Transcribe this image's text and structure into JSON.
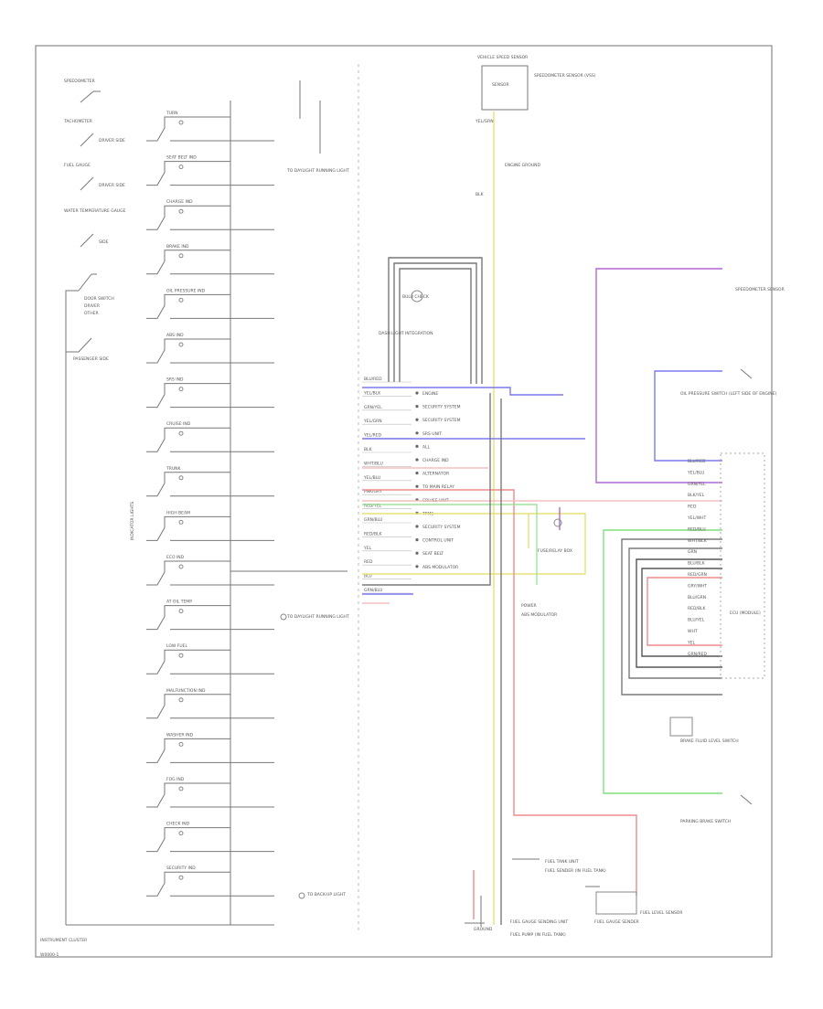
{
  "colors": {
    "yellow": "#e6e27a",
    "pink": "#f08a8a",
    "green": "#7fe07f",
    "purple": "#b266d6",
    "blue": "#7a7af0",
    "gray": "#7a7a7a",
    "darkgray": "#555555",
    "lightred": "#f3c0c0",
    "lightgreen": "#9fe49f"
  },
  "frame_label": "INSTRUMENT CLUSTER",
  "corner_label": "W0000-1",
  "left_gauges": [
    "SPEEDOMETER",
    "TACHOMETER",
    "FUEL GAUGE",
    "WATER TEMPERATURE GAUGE"
  ],
  "gauge_side_labels": [
    "DRIVER SIDE",
    "DRIVER SIDE",
    "SIDE"
  ],
  "switch_block_labels": [
    "DOOR SWITCH",
    "DRIVER",
    "OTHER",
    "PASSENGER SIDE"
  ],
  "indicator_column_label": "INDICATOR LIGHTS",
  "indicators": [
    "TURN",
    "SEAT BELT IND",
    "CHARGE IND",
    "BRAKE IND",
    "OIL PRESSURE IND",
    "ABS IND",
    "SRS IND",
    "CRUISE IND",
    "TRUNK",
    "HIGH BEAM",
    "ECO IND",
    "AT OIL TEMP",
    "LOW FUEL",
    "MALFUNCTION IND",
    "WASHER IND",
    "FOG IND",
    "CHECK IND",
    "SECURITY IND"
  ],
  "left_refs": [
    "TO DAYLIGHT RUNNING LIGHT",
    "TO DAYLIGHT RUNNING LIGHT",
    "TO BACK-UP LIGHT"
  ],
  "top_sensor": {
    "title": "VEHICLE SPEED SENSOR",
    "desc": "SPEEDOMETER SENSOR (VSS)",
    "inner": "SENSOR"
  },
  "top_wires": [
    "YEL/GRN",
    "BLK"
  ],
  "engine_ref": "ENGINE GROUND",
  "bulb_block": {
    "title": "BULB CHECK",
    "ref": "DASH LIGHT INTEGRATION"
  },
  "connector_rows": [
    "BLU/RED",
    "YEL/BLK",
    "GRN/YEL",
    "YEL/GRN",
    "YEL/RED",
    "BLK",
    "WHT/BLU",
    "YEL/BLU",
    "PNK/GRY",
    "RED/YEL",
    "GRN/BLU",
    "RED/BLK",
    "YEL",
    "RED",
    "BLU",
    "GRN/BLU"
  ],
  "connector_notes": [
    "ENGINE",
    "SECURITY SYSTEM",
    "SECURITY SYSTEM",
    "SRS UNIT",
    "ALL",
    "CHARGE IND",
    "ALTERNATOR",
    "TO MAIN RELAY",
    "CRUISE UNIT",
    "TPMS",
    "SECURITY SYSTEM",
    "CONTROL UNIT",
    "SEAT BELT",
    "ABS MODULATOR"
  ],
  "mid_labels": [
    "FUSE/RELAY BOX",
    "POWER",
    "ABS MODULATOR"
  ],
  "right_devices": [
    "SPEEDOMETER SENSOR",
    "OIL PRESSURE SWITCH (LEFT SIDE OF ENGINE)",
    "ECU (MODULE)",
    "BRAKE FLUID LEVEL SWITCH",
    "PARKING BRAKE SWITCH"
  ],
  "right_wire_labels": [
    "BLU/RED",
    "YEL/BLU",
    "GRN/YEL",
    "BLK/YEL",
    "RED",
    "YEL/WHT",
    "RED/BLU",
    "WHT/BLK",
    "GRN",
    "BLU/BLK",
    "RED/GRN",
    "GRY/WHT",
    "BLU/GRN",
    "RED/BLK",
    "BLU/YEL",
    "WHT",
    "YEL",
    "GRN/RED"
  ],
  "bottom_labels": {
    "fuel_sender": "FUEL GAUGE SENDING UNIT",
    "fuel_pump": "FUEL PUMP (IN FUEL TANK)",
    "fuel_gauge": "FUEL GAUGE SENDER",
    "level": "FUEL LEVEL SENSOR",
    "tank": "FUEL TANK UNIT",
    "mid": "FUEL SENDER (IN FUEL TANK)",
    "ground": "GROUND"
  }
}
